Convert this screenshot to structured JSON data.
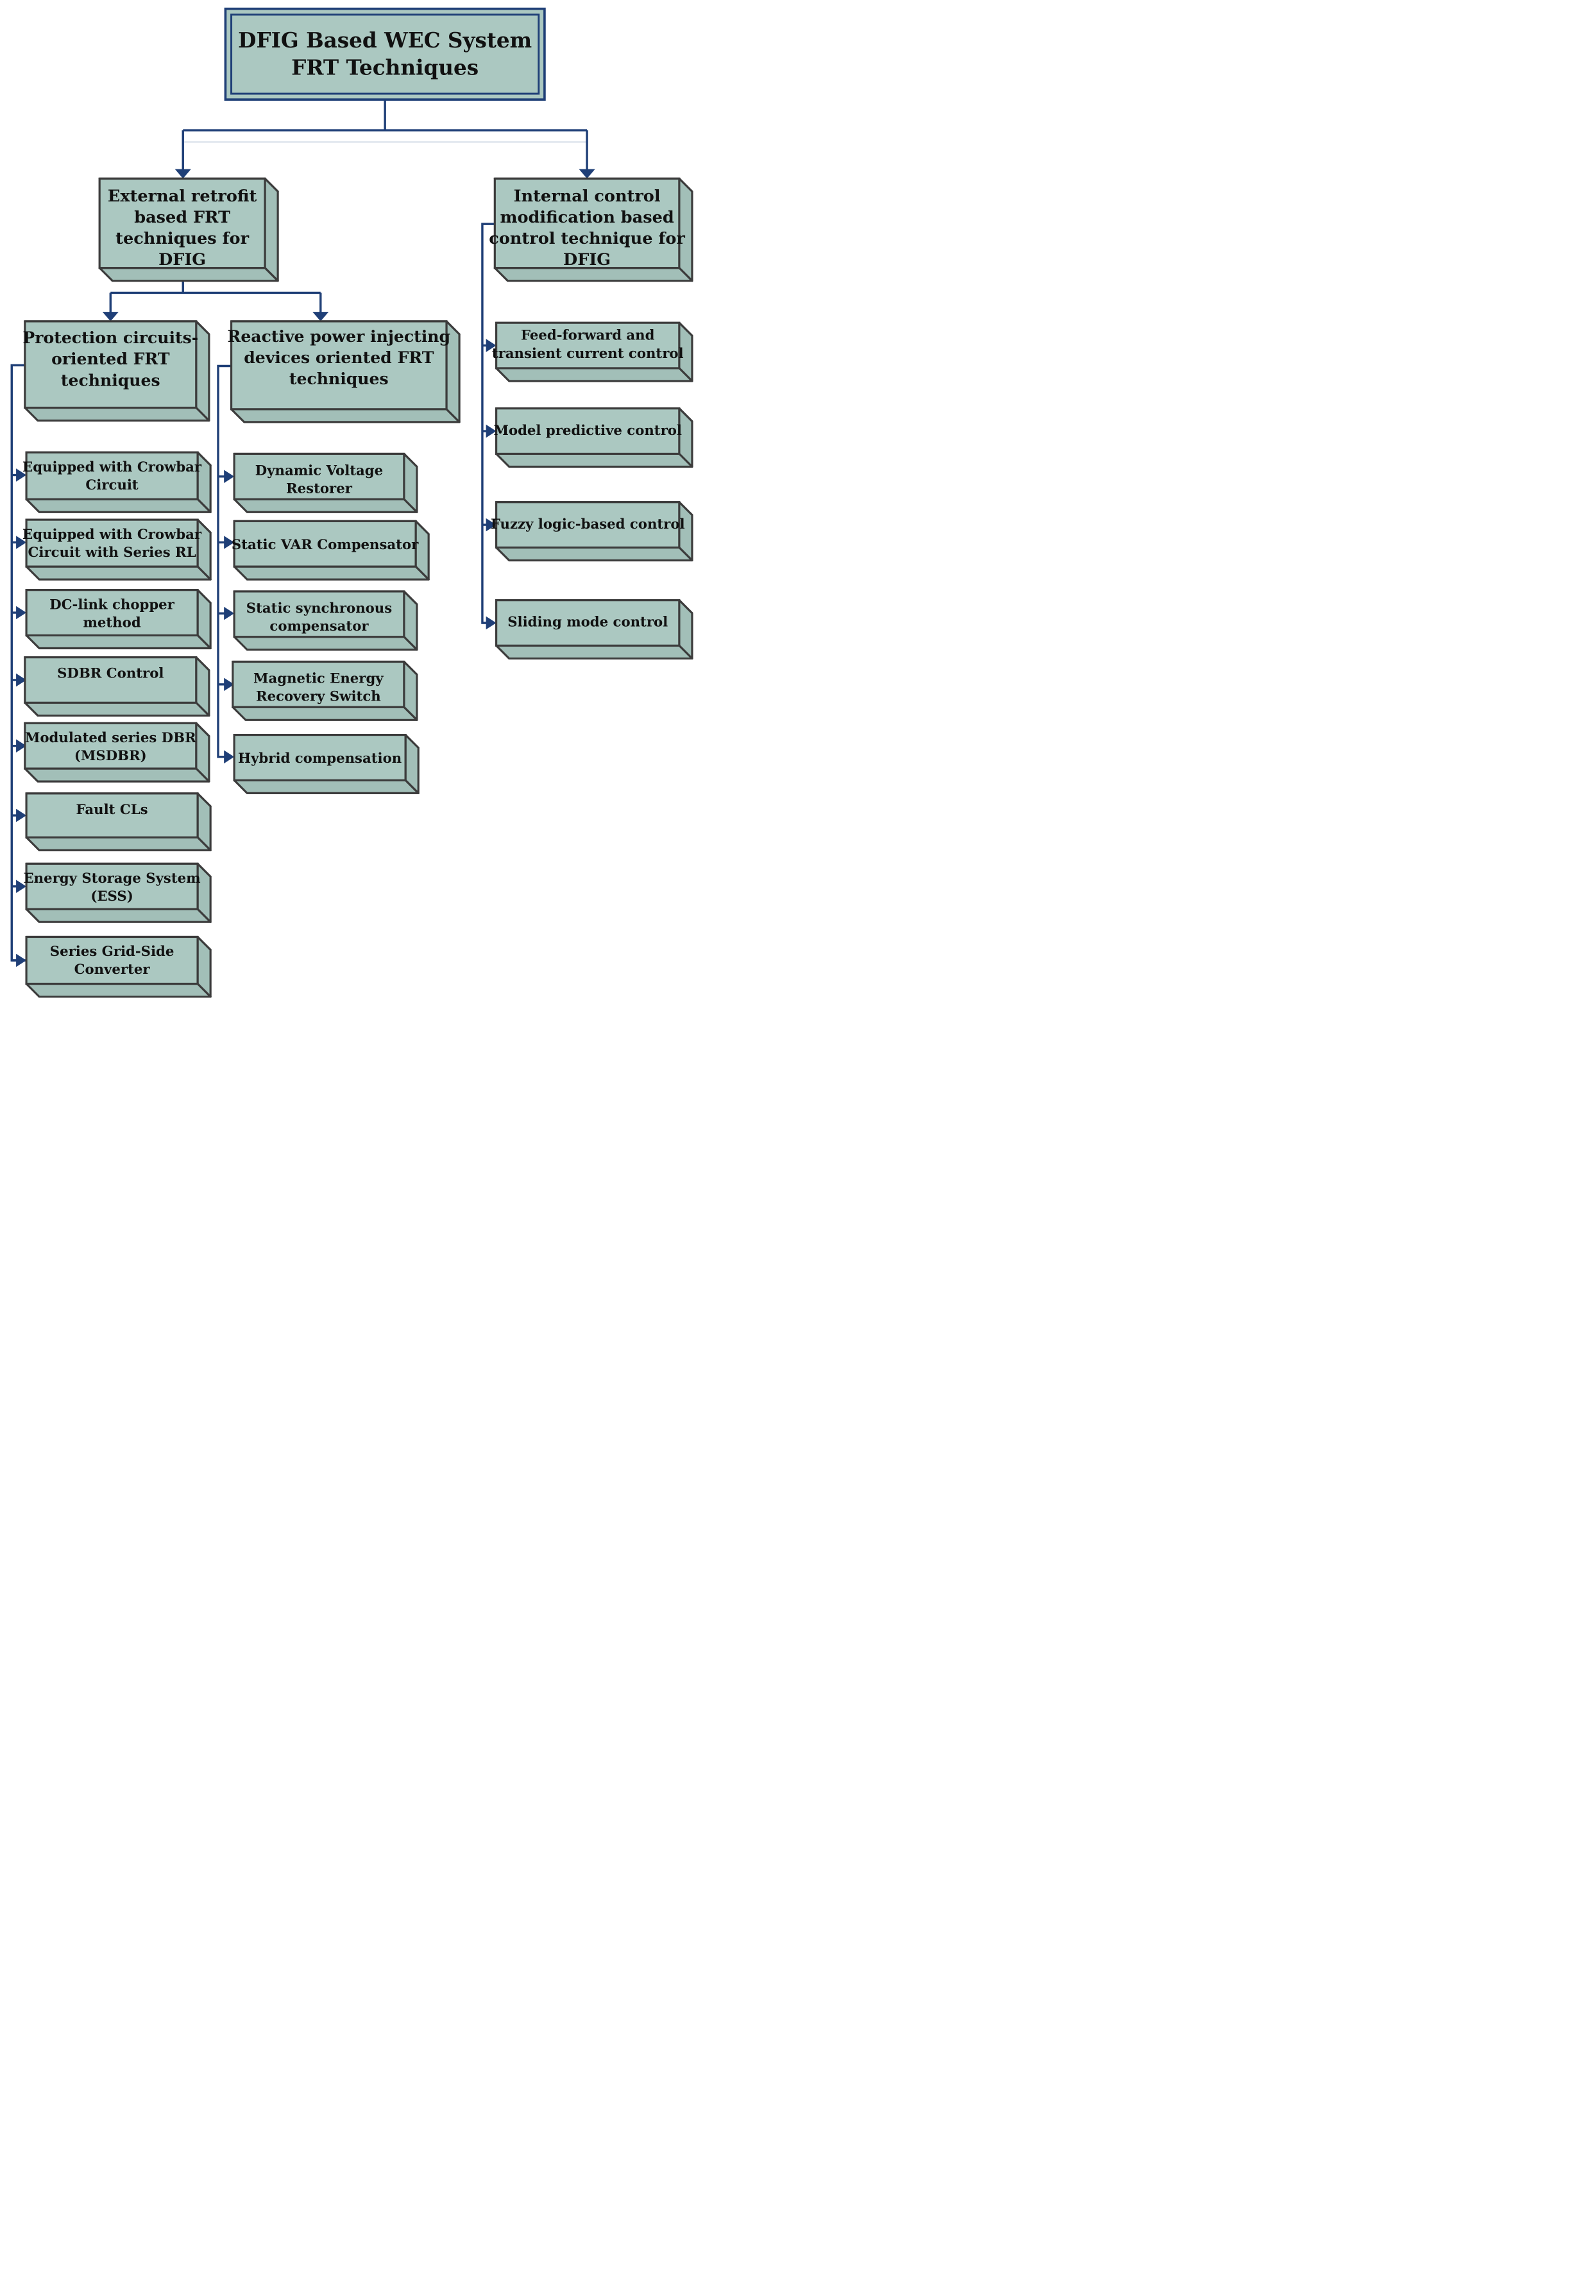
{
  "colors": {
    "box_fill": "#abc8c1",
    "box_side": "#a2bfb8",
    "box_border": "#3c3c3c",
    "connector": "#1f3f77",
    "title_border": "#1f3f77",
    "text": "#111111"
  },
  "root": {
    "lines": [
      "DFIG Based WEC System",
      "FRT Techniques"
    ]
  },
  "external": {
    "lines": [
      "External retrofit",
      "based FRT",
      "techniques for",
      "DFIG"
    ],
    "protection": {
      "lines": [
        "Protection circuits-",
        "oriented FRT",
        "techniques"
      ],
      "items": [
        {
          "lines": [
            "Equipped with Crowbar",
            "Circuit"
          ]
        },
        {
          "lines": [
            "Equipped with Crowbar",
            "Circuit with Series RL"
          ]
        },
        {
          "lines": [
            "DC-link chopper",
            "method"
          ]
        },
        {
          "lines": [
            "SDBR Control"
          ]
        },
        {
          "lines": [
            "Modulated series DBR",
            "(MSDBR)"
          ]
        },
        {
          "lines": [
            "Fault CLs"
          ]
        },
        {
          "lines": [
            "Energy Storage System",
            "(ESS)"
          ]
        },
        {
          "lines": [
            "Series Grid-Side",
            "Converter"
          ]
        }
      ]
    },
    "reactive": {
      "lines": [
        "Reactive power injecting",
        "devices oriented FRT",
        "techniques"
      ],
      "items": [
        {
          "lines": [
            "Dynamic Voltage",
            "Restorer"
          ]
        },
        {
          "lines": [
            "Static VAR Compensator"
          ]
        },
        {
          "lines": [
            "Static synchronous",
            "compensator"
          ]
        },
        {
          "lines": [
            "Magnetic Energy",
            "Recovery Switch"
          ]
        },
        {
          "lines": [
            "Hybrid compensation"
          ]
        }
      ]
    }
  },
  "internal": {
    "lines": [
      "Internal control",
      "modification based",
      "control technique for",
      "DFIG"
    ],
    "items": [
      {
        "lines": [
          "Feed-forward and",
          "transient current control"
        ]
      },
      {
        "lines": [
          "Model predictive control"
        ]
      },
      {
        "lines": [
          "Fuzzy logic-based control"
        ]
      },
      {
        "lines": [
          "Sliding mode control"
        ]
      }
    ]
  }
}
